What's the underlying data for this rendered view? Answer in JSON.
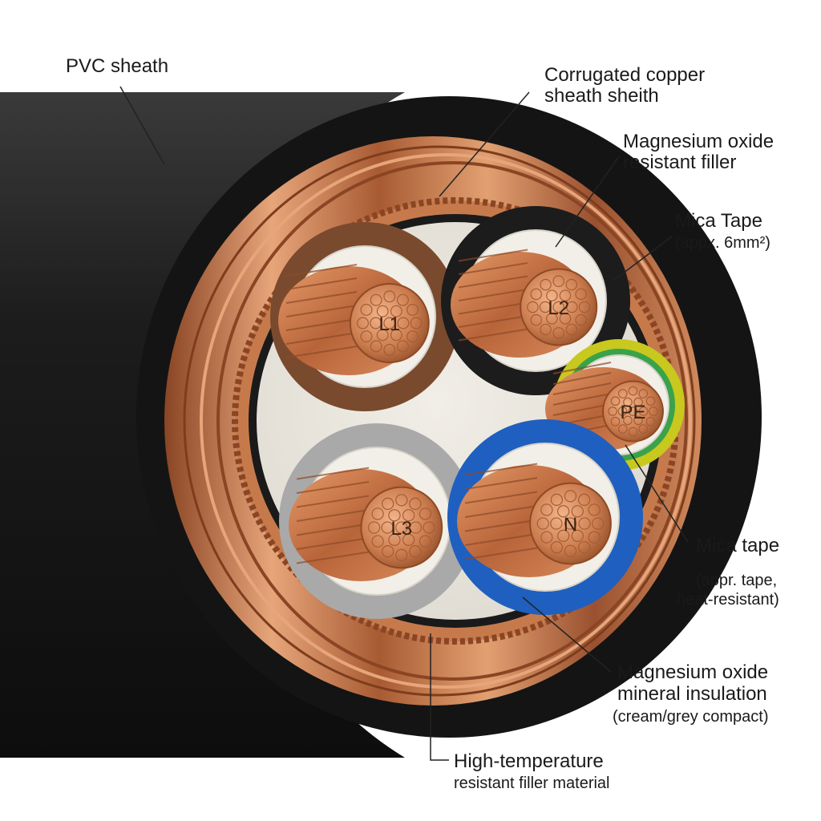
{
  "labels": {
    "pvc_sheath": "PVC sheath",
    "corrugated_line1": "Corrugated copper",
    "corrugated_line2": "sheath sheith",
    "mgo_filler_line1": "Magnesium oxide",
    "mgo_filler_line2": "resistant filler",
    "mica_tape_top": "Mica Tape",
    "mica_tape_top_note": "(appx. 6mm²)",
    "mica_tape_right": "Mica tape",
    "mica_note_line1": "(appr. tape,",
    "mica_note_line2": "heat-resistant)",
    "mgo_insulation_line1": "Magnesium oxide",
    "mgo_insulation_line2": "mineral insulation",
    "mgo_insulation_line3": "(cream/grey compact)",
    "high_temp_line1": "High-temperature",
    "high_temp_line2": "resistant filler material"
  },
  "cores": [
    {
      "id": "L1",
      "label": "L1",
      "insulation_color": "#7a4a2e"
    },
    {
      "id": "L2",
      "label": "L2",
      "insulation_color": "#1c1c1c"
    },
    {
      "id": "PE",
      "label": "PE",
      "insulation_color": "#c8c81e"
    },
    {
      "id": "L3",
      "label": "L3",
      "insulation_color": "#a9a9a9"
    },
    {
      "id": "N",
      "label": "N",
      "insulation_color": "#1f5fbf"
    }
  ],
  "colors": {
    "pvc_sheath": "#1e1e1e",
    "copper": "#c97b4e",
    "copper_dark": "#8e4a25",
    "filler": "#ebe8e0",
    "mica": "#f2efe8"
  }
}
